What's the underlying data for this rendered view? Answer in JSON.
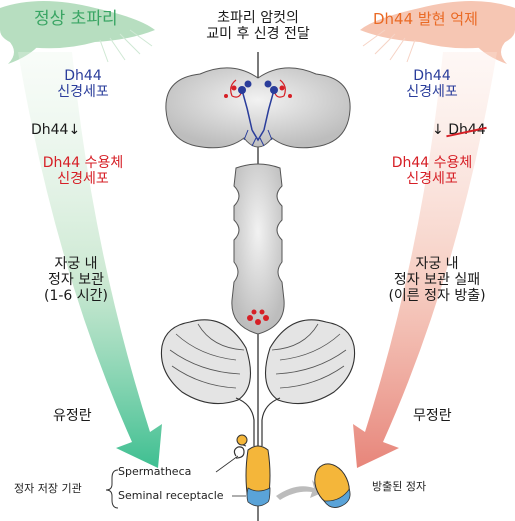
{
  "title": {
    "line1": "초파리 암컷의",
    "line2": "교미 후 신경 전달"
  },
  "left": {
    "header": "정상 초파리",
    "neuron_line1": "Dh44",
    "neuron_line2": "신경세포",
    "dh44_label": "Dh44",
    "dh44_arrow": "↓",
    "receptor_line1": "Dh44 수용체",
    "receptor_line2": "신경세포",
    "storage_line1": "자궁 내",
    "storage_line2": "정자 보관",
    "storage_line3": "(1-6 시간)",
    "outcome": "유정란"
  },
  "right": {
    "header": "Dh44 발현 억제",
    "neuron_line1": "Dh44",
    "neuron_line2": "신경세포",
    "dh44_arrow": "↓",
    "dh44_label": "Dh44",
    "receptor_line1": "Dh44 수용체",
    "receptor_line2": "신경세포",
    "storage_line1": "자궁 내",
    "storage_line2": "정자 보관 실패",
    "storage_line3": "(이른 정자 방출)",
    "outcome": "무정란"
  },
  "bottom": {
    "storage_organ": "정자 저장 기관",
    "spermatheca": "Spermatheca",
    "seminal": "Seminal receptacle",
    "released": "방출된 정자"
  },
  "colors": {
    "green": "#3aa564",
    "orange": "#ea6a25",
    "blue": "#2a3d9b",
    "red": "#d61f26",
    "organ_gray": "#d9d9d9",
    "egg_yellow": "#f4b63a",
    "egg_blue": "#5aa3d8"
  }
}
